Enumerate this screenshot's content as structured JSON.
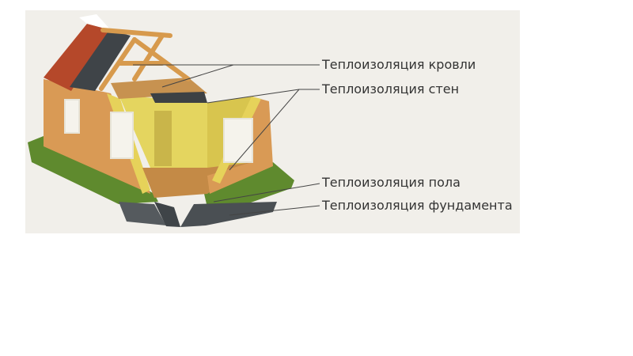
{
  "labels": {
    "roof": "Теплоизоляция кровли",
    "walls": "Теплоизоляция стен",
    "floor": "Теплоизоляция пола",
    "foundation": "Теплоизоляция фундамента"
  },
  "colors": {
    "panel_bg": "#f1efea",
    "wall_orange": "#d99a55",
    "insulation_yellow": "#e6d25a",
    "roof_tile": "#b5482a",
    "grass": "#5f8a2e",
    "foundation": "#555a5e",
    "floor_wood": "#c48a46",
    "leader_line": "#444444"
  }
}
